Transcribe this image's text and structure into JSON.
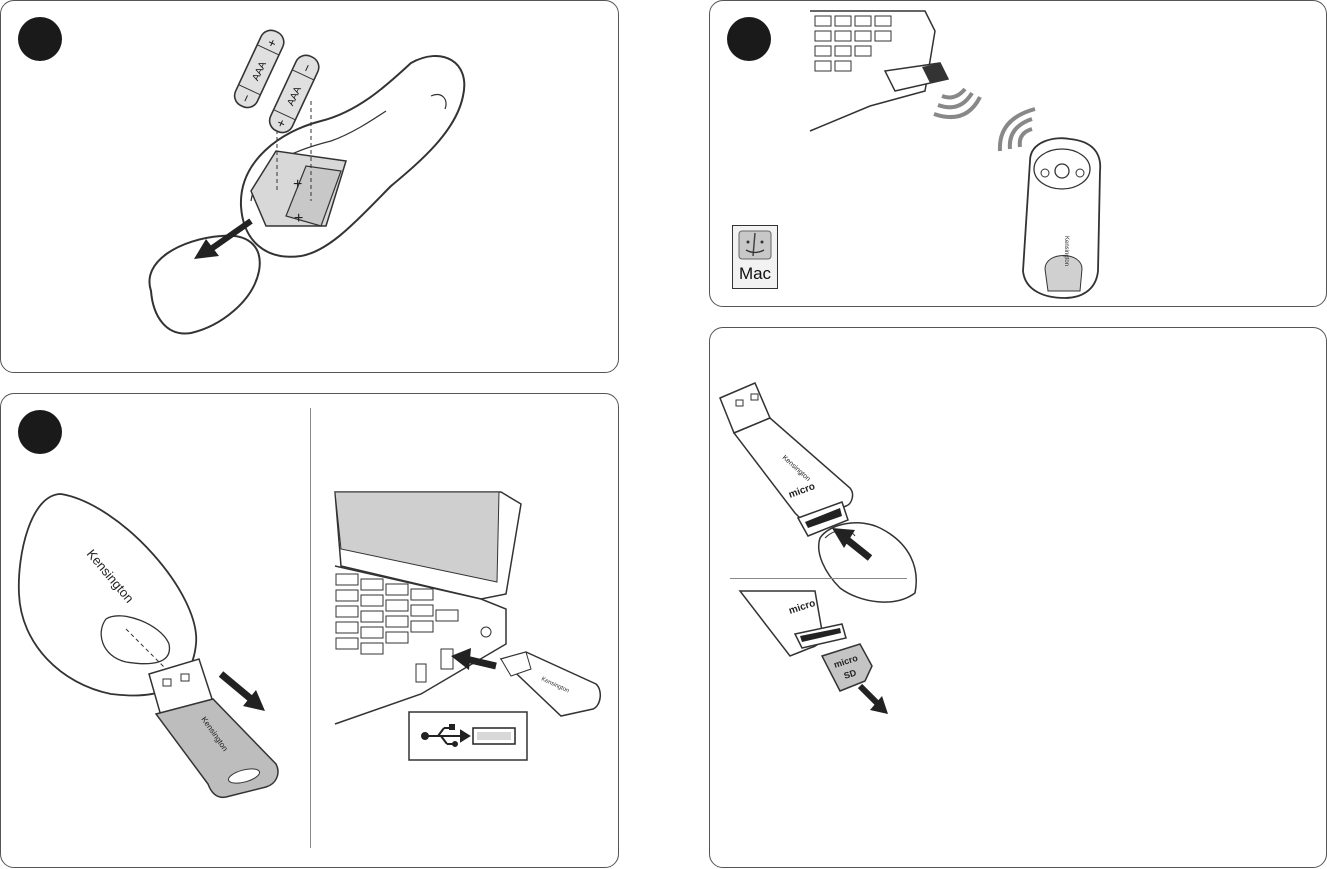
{
  "batteries": {
    "size": "AAA",
    "plus": "+",
    "minus": "−"
  },
  "brand": {
    "name": "Kensington"
  },
  "os": {
    "label": "Mac"
  },
  "card": {
    "label": "micro",
    "sublabel": "SD"
  },
  "colors": {
    "outline": "#333333",
    "shade": "#bdbdbd",
    "dark": "#1a1a1a",
    "panel_border": "#555555"
  }
}
